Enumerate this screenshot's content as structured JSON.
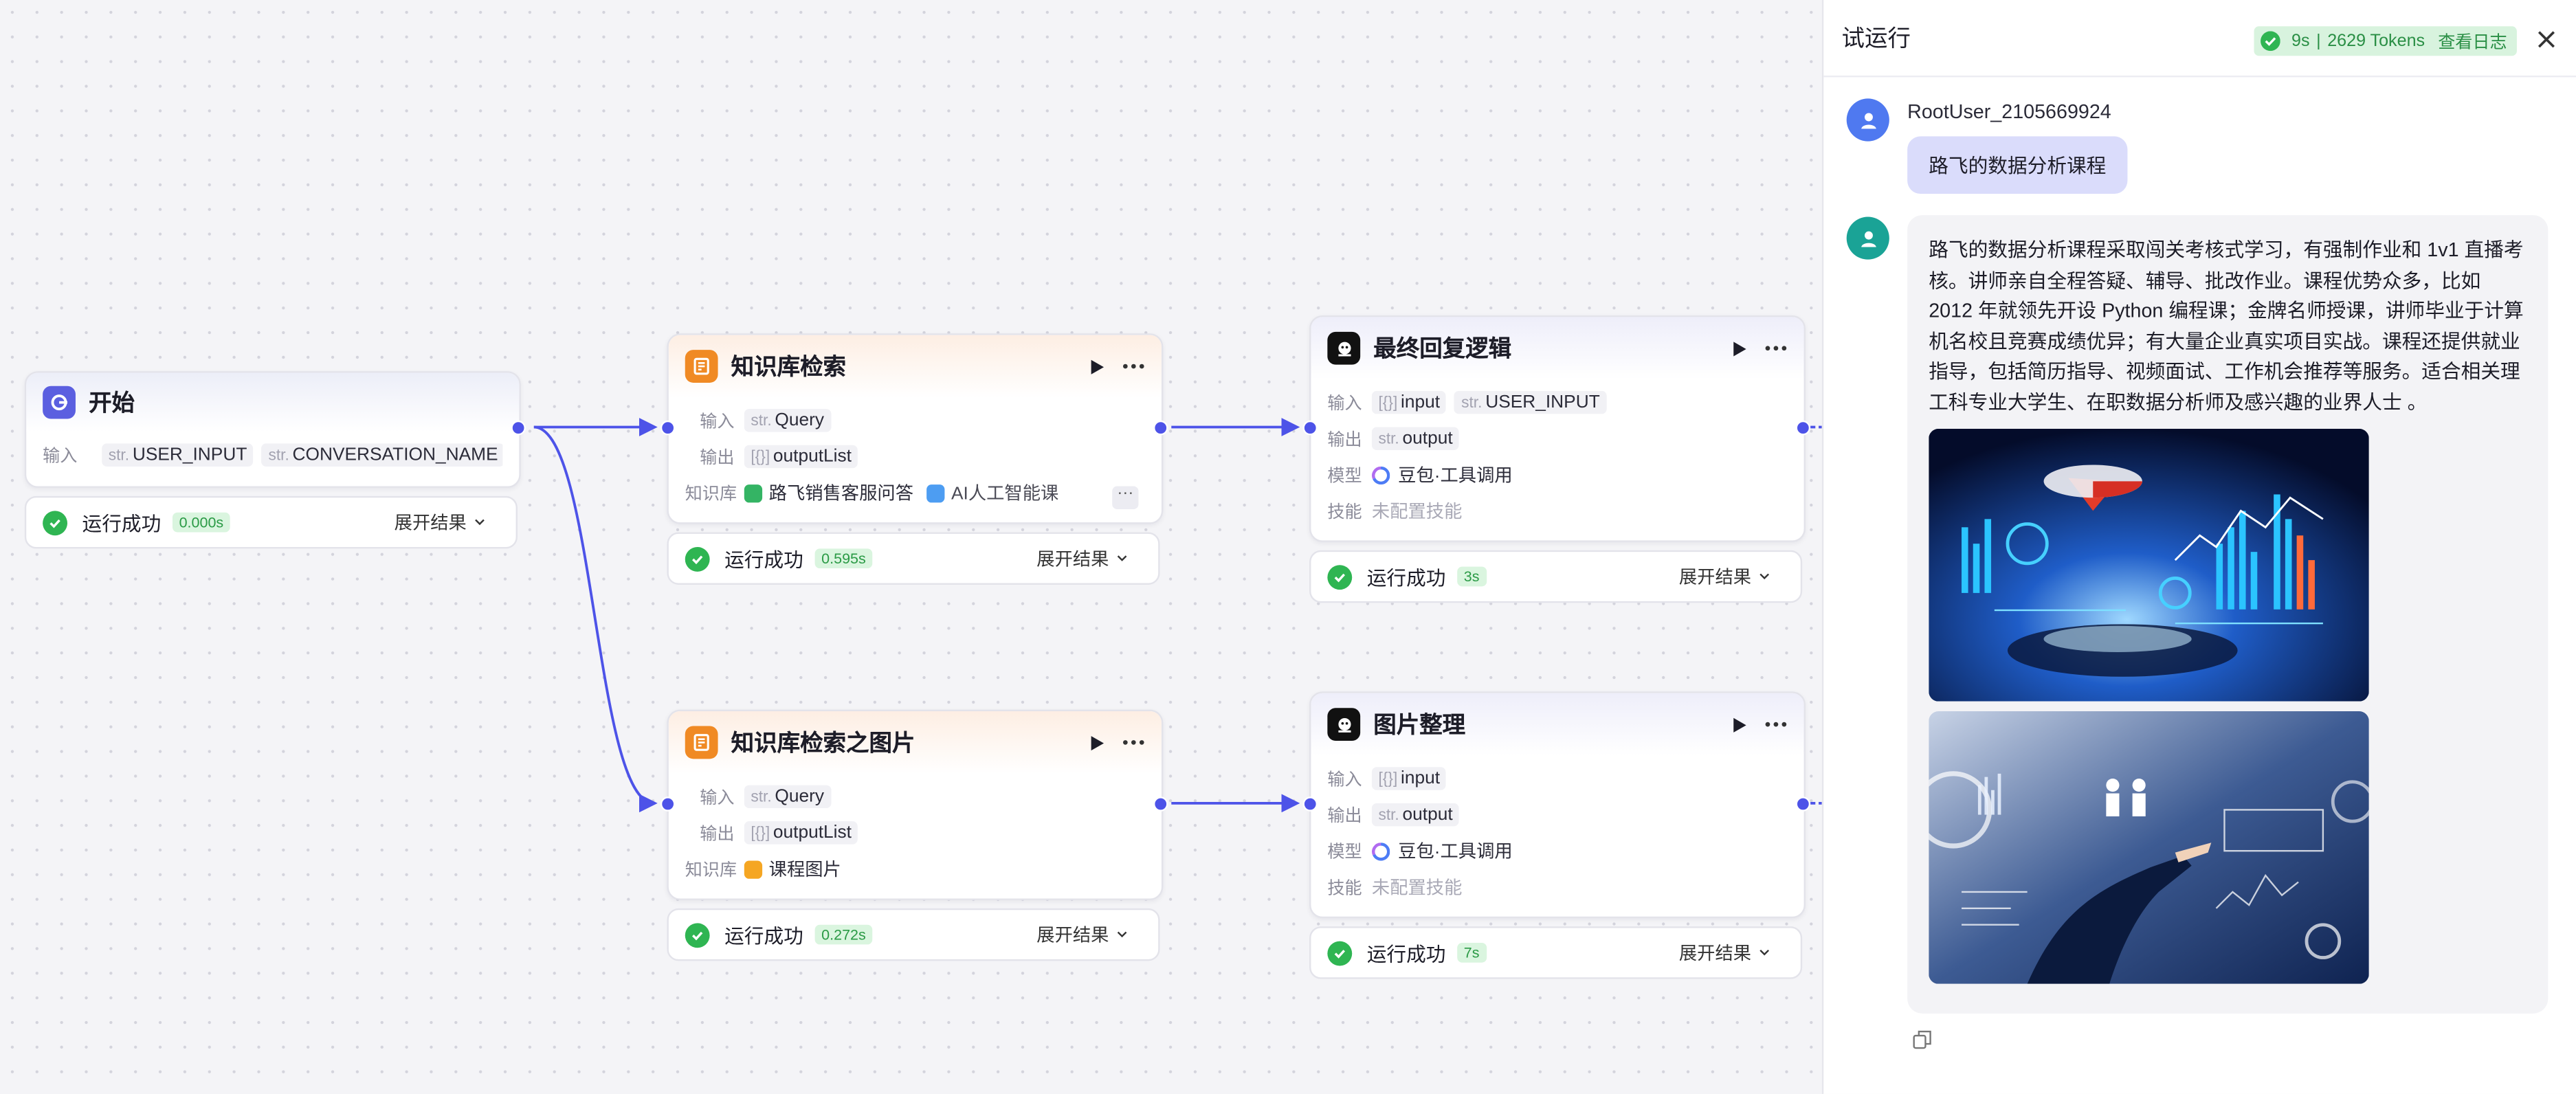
{
  "canvas": {
    "nodes": [
      {
        "id": "start",
        "title": "开始",
        "rows": [
          {
            "label": "输入",
            "chips": [
              {
                "type": "str.",
                "name": "USER_INPUT"
              },
              {
                "type": "str.",
                "name": "CONVERSATION_NAME"
              }
            ]
          }
        ],
        "status": {
          "text": "运行成功",
          "time": "0.000s",
          "expand": "展开结果"
        }
      },
      {
        "id": "kb-search",
        "title": "知识库检索",
        "rows": [
          {
            "label": "输入",
            "chips": [
              {
                "type": "str.",
                "name": "Query"
              }
            ]
          },
          {
            "label": "输出",
            "chips": [
              {
                "type": "[{}]",
                "name": "outputList"
              }
            ]
          },
          {
            "label": "知识库",
            "items": [
              "路飞销售客服问答",
              "AI人工智能课"
            ]
          }
        ],
        "status": {
          "text": "运行成功",
          "time": "0.595s",
          "expand": "展开结果"
        }
      },
      {
        "id": "kb-search-images",
        "title": "知识库检索之图片",
        "rows": [
          {
            "label": "输入",
            "chips": [
              {
                "type": "str.",
                "name": "Query"
              }
            ]
          },
          {
            "label": "输出",
            "chips": [
              {
                "type": "[{}]",
                "name": "outputList"
              }
            ]
          },
          {
            "label": "知识库",
            "items": [
              "课程图片"
            ]
          }
        ],
        "status": {
          "text": "运行成功",
          "time": "0.272s",
          "expand": "展开结果"
        }
      },
      {
        "id": "final-reply",
        "title": "最终回复逻辑",
        "rows": [
          {
            "label": "输入",
            "chips": [
              {
                "type": "[{}]",
                "name": "input"
              },
              {
                "type": "str.",
                "name": "USER_INPUT"
              }
            ]
          },
          {
            "label": "输出",
            "chips": [
              {
                "type": "str.",
                "name": "output"
              }
            ]
          },
          {
            "label": "模型",
            "model": "豆包·工具调用"
          },
          {
            "label": "技能",
            "muted": "未配置技能"
          }
        ],
        "status": {
          "text": "运行成功",
          "time": "3s",
          "expand": "展开结果"
        }
      },
      {
        "id": "image-organize",
        "title": "图片整理",
        "rows": [
          {
            "label": "输入",
            "chips": [
              {
                "type": "[{}]",
                "name": "input"
              }
            ]
          },
          {
            "label": "输出",
            "chips": [
              {
                "type": "str.",
                "name": "output"
              }
            ]
          },
          {
            "label": "模型",
            "model": "豆包·工具调用"
          },
          {
            "label": "技能",
            "muted": "未配置技能"
          }
        ],
        "status": {
          "text": "运行成功",
          "time": "7s",
          "expand": "展开结果"
        }
      }
    ],
    "colors": {
      "edge": "#4d53e8",
      "success": "#2fb552",
      "kb_orange": "#f08a24",
      "start_purple": "#5b5fe0"
    }
  },
  "panel": {
    "title": "试运行",
    "status": {
      "duration": "9s",
      "tokens": "2629 Tokens",
      "log_link": "查看日志"
    },
    "user": {
      "name": "RootUser_2105669924",
      "message": "路飞的数据分析课程"
    },
    "bot": {
      "answer": "路飞的数据分析课程采取闯关考核式学习，有强制作业和 1v1 直播考核。讲师亲自全程答疑、辅导、批改作业。课程优势众多，比如 2012 年就领先开设 Python 编程课；金牌名师授课，讲师毕业于计算机名校且竞赛成绩优异；有大量企业真实项目实战。课程还提供就业指导，包括简历指导、视频面试、工作机会推荐等服务。适合相关理工科专业大学生、在职数据分析师及感兴趣的业界人士 。"
    }
  }
}
